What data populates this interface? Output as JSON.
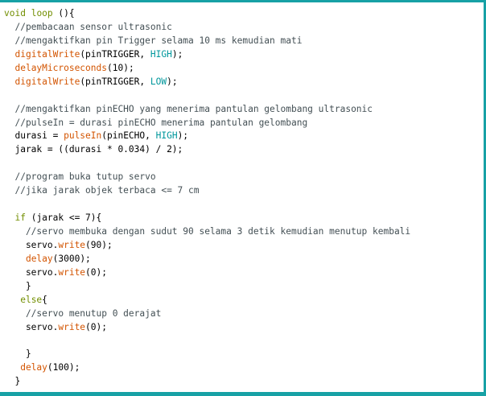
{
  "editor": {
    "language": "arduino",
    "lines": [
      [
        {
          "t": "void",
          "c": "keyword"
        },
        {
          "t": " ",
          "c": "plain"
        },
        {
          "t": "loop",
          "c": "keyword"
        },
        {
          "t": " (){",
          "c": "plain"
        }
      ],
      [
        {
          "t": "  //pembacaan sensor ultrasonic",
          "c": "comment"
        }
      ],
      [
        {
          "t": "  //mengaktifkan pin Trigger selama 10 ms kemudian mati",
          "c": "comment"
        }
      ],
      [
        {
          "t": "  ",
          "c": "plain"
        },
        {
          "t": "digitalWrite",
          "c": "function"
        },
        {
          "t": "(pinTRIGGER, ",
          "c": "plain"
        },
        {
          "t": "HIGH",
          "c": "constant"
        },
        {
          "t": ");",
          "c": "plain"
        }
      ],
      [
        {
          "t": "  ",
          "c": "plain"
        },
        {
          "t": "delayMicroseconds",
          "c": "function"
        },
        {
          "t": "(10);",
          "c": "plain"
        }
      ],
      [
        {
          "t": "  ",
          "c": "plain"
        },
        {
          "t": "digitalWrite",
          "c": "function"
        },
        {
          "t": "(pinTRIGGER, ",
          "c": "plain"
        },
        {
          "t": "LOW",
          "c": "constant"
        },
        {
          "t": ");",
          "c": "plain"
        }
      ],
      [],
      [
        {
          "t": "  //mengaktifkan pinECHO yang menerima pantulan gelombang ultrasonic",
          "c": "comment"
        }
      ],
      [
        {
          "t": "  //pulseIn = durasi pinECHO menerima pantulan gelombang",
          "c": "comment"
        }
      ],
      [
        {
          "t": "  durasi = ",
          "c": "plain"
        },
        {
          "t": "pulseIn",
          "c": "function"
        },
        {
          "t": "(pinECHO, ",
          "c": "plain"
        },
        {
          "t": "HIGH",
          "c": "constant"
        },
        {
          "t": ");",
          "c": "plain"
        }
      ],
      [
        {
          "t": "  jarak = ((durasi * 0.034) / 2);",
          "c": "plain"
        }
      ],
      [],
      [
        {
          "t": "  //program buka tutup servo",
          "c": "comment"
        }
      ],
      [
        {
          "t": "  //jika jarak objek terbaca <= 7 cm",
          "c": "comment"
        }
      ],
      [],
      [
        {
          "t": "  ",
          "c": "plain"
        },
        {
          "t": "if",
          "c": "keyword"
        },
        {
          "t": " (jarak <= 7){",
          "c": "plain"
        }
      ],
      [
        {
          "t": "    //servo membuka dengan sudut 90 selama 3 detik kemudian menutup kembali",
          "c": "comment"
        }
      ],
      [
        {
          "t": "    servo.",
          "c": "plain"
        },
        {
          "t": "write",
          "c": "function"
        },
        {
          "t": "(90);",
          "c": "plain"
        }
      ],
      [
        {
          "t": "    ",
          "c": "plain"
        },
        {
          "t": "delay",
          "c": "function"
        },
        {
          "t": "(3000);",
          "c": "plain"
        }
      ],
      [
        {
          "t": "    servo.",
          "c": "plain"
        },
        {
          "t": "write",
          "c": "function"
        },
        {
          "t": "(0);",
          "c": "plain"
        }
      ],
      [
        {
          "t": "    }",
          "c": "plain"
        }
      ],
      [
        {
          "t": "   ",
          "c": "plain"
        },
        {
          "t": "else",
          "c": "keyword"
        },
        {
          "t": "{",
          "c": "plain"
        }
      ],
      [
        {
          "t": "    //servo menutup 0 derajat",
          "c": "comment"
        }
      ],
      [
        {
          "t": "    servo.",
          "c": "plain"
        },
        {
          "t": "write",
          "c": "function"
        },
        {
          "t": "(0);",
          "c": "plain"
        }
      ],
      [],
      [
        {
          "t": "    }",
          "c": "plain"
        }
      ],
      [
        {
          "t": "   ",
          "c": "plain"
        },
        {
          "t": "delay",
          "c": "function"
        },
        {
          "t": "(100);",
          "c": "plain"
        }
      ],
      [
        {
          "t": "  }",
          "c": "plain"
        }
      ]
    ]
  },
  "colors": {
    "keyword": "#728e00",
    "function": "#d35400",
    "constant": "#00979c",
    "comment": "#434f54",
    "plain": "#000000",
    "frame_accent": "#17a1a5"
  }
}
